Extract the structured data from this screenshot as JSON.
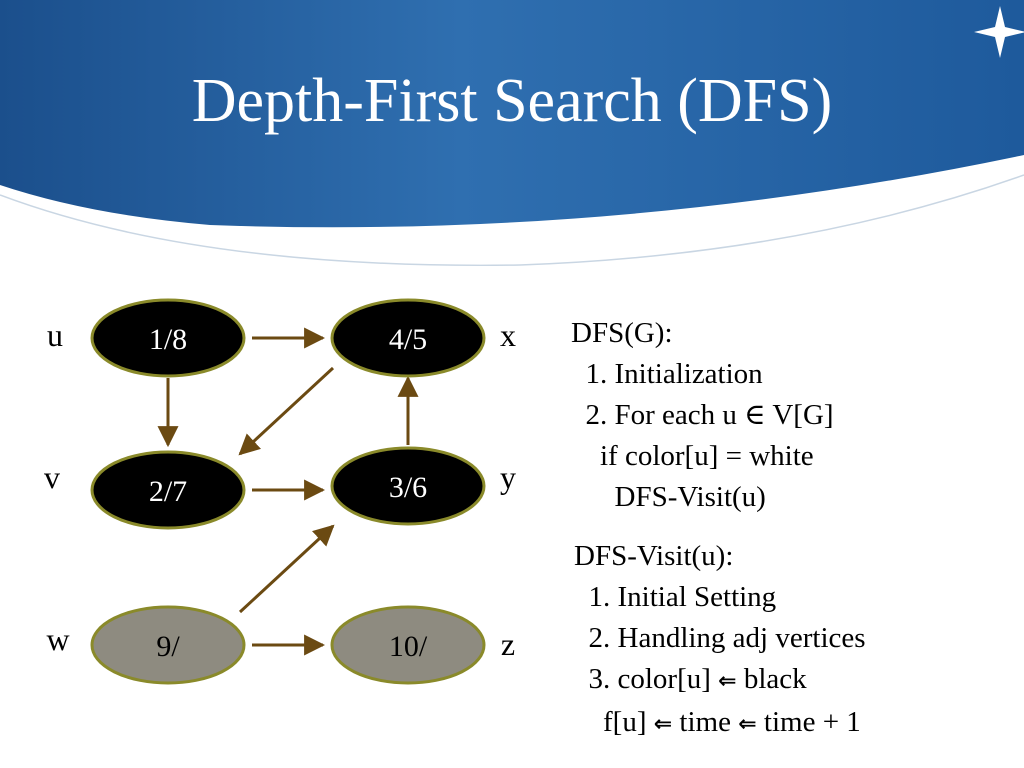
{
  "slide": {
    "title": "Depth-First Search (DFS)"
  },
  "graph": {
    "vertices": [
      {
        "id": "u",
        "label": "u",
        "times": "1/8",
        "visited": true
      },
      {
        "id": "x",
        "label": "x",
        "times": "4/5",
        "visited": true
      },
      {
        "id": "v",
        "label": "v",
        "times": "2/7",
        "visited": true
      },
      {
        "id": "y",
        "label": "y",
        "times": "3/6",
        "visited": true
      },
      {
        "id": "w",
        "label": "w",
        "times": "9/",
        "visited": false
      },
      {
        "id": "z",
        "label": "z",
        "times": "10/",
        "visited": false
      }
    ],
    "edges": [
      {
        "from": "u",
        "to": "x"
      },
      {
        "from": "u",
        "to": "v"
      },
      {
        "from": "x",
        "to": "v"
      },
      {
        "from": "v",
        "to": "y"
      },
      {
        "from": "y",
        "to": "x"
      },
      {
        "from": "w",
        "to": "y"
      },
      {
        "from": "w",
        "to": "z"
      }
    ],
    "colors": {
      "visited_fill": "#000000",
      "unvisited_fill": "#8e8b80",
      "node_stroke": "#8a8a2a",
      "edge": "#6b4a12"
    }
  },
  "dfs": {
    "lines": [
      {
        "indent": "",
        "parts": [
          "DFS(G):"
        ]
      },
      {
        "indent": "  ",
        "parts": [
          "1. Initialization"
        ]
      },
      {
        "indent": "  ",
        "parts": [
          "2. For each u ",
          "∈",
          " V[G]"
        ]
      },
      {
        "indent": "    ",
        "parts": [
          "if color[u] = white"
        ]
      },
      {
        "indent": "      ",
        "parts": [
          "DFS-Visit(u)"
        ]
      }
    ]
  },
  "dfs_visit": {
    "lines": [
      {
        "indent": "",
        "parts": [
          "DFS-Visit(u):"
        ]
      },
      {
        "indent": "  ",
        "parts": [
          "1. Initial Setting"
        ]
      },
      {
        "indent": "  ",
        "parts": [
          "2. Handling adj vertices"
        ]
      },
      {
        "indent": "  ",
        "parts": [
          "3. color[u] ",
          "🡸",
          " black"
        ]
      },
      {
        "indent": "    ",
        "parts": [
          "f[u] ",
          "🡸",
          " time ",
          "🡸",
          " time + 1"
        ]
      }
    ]
  }
}
